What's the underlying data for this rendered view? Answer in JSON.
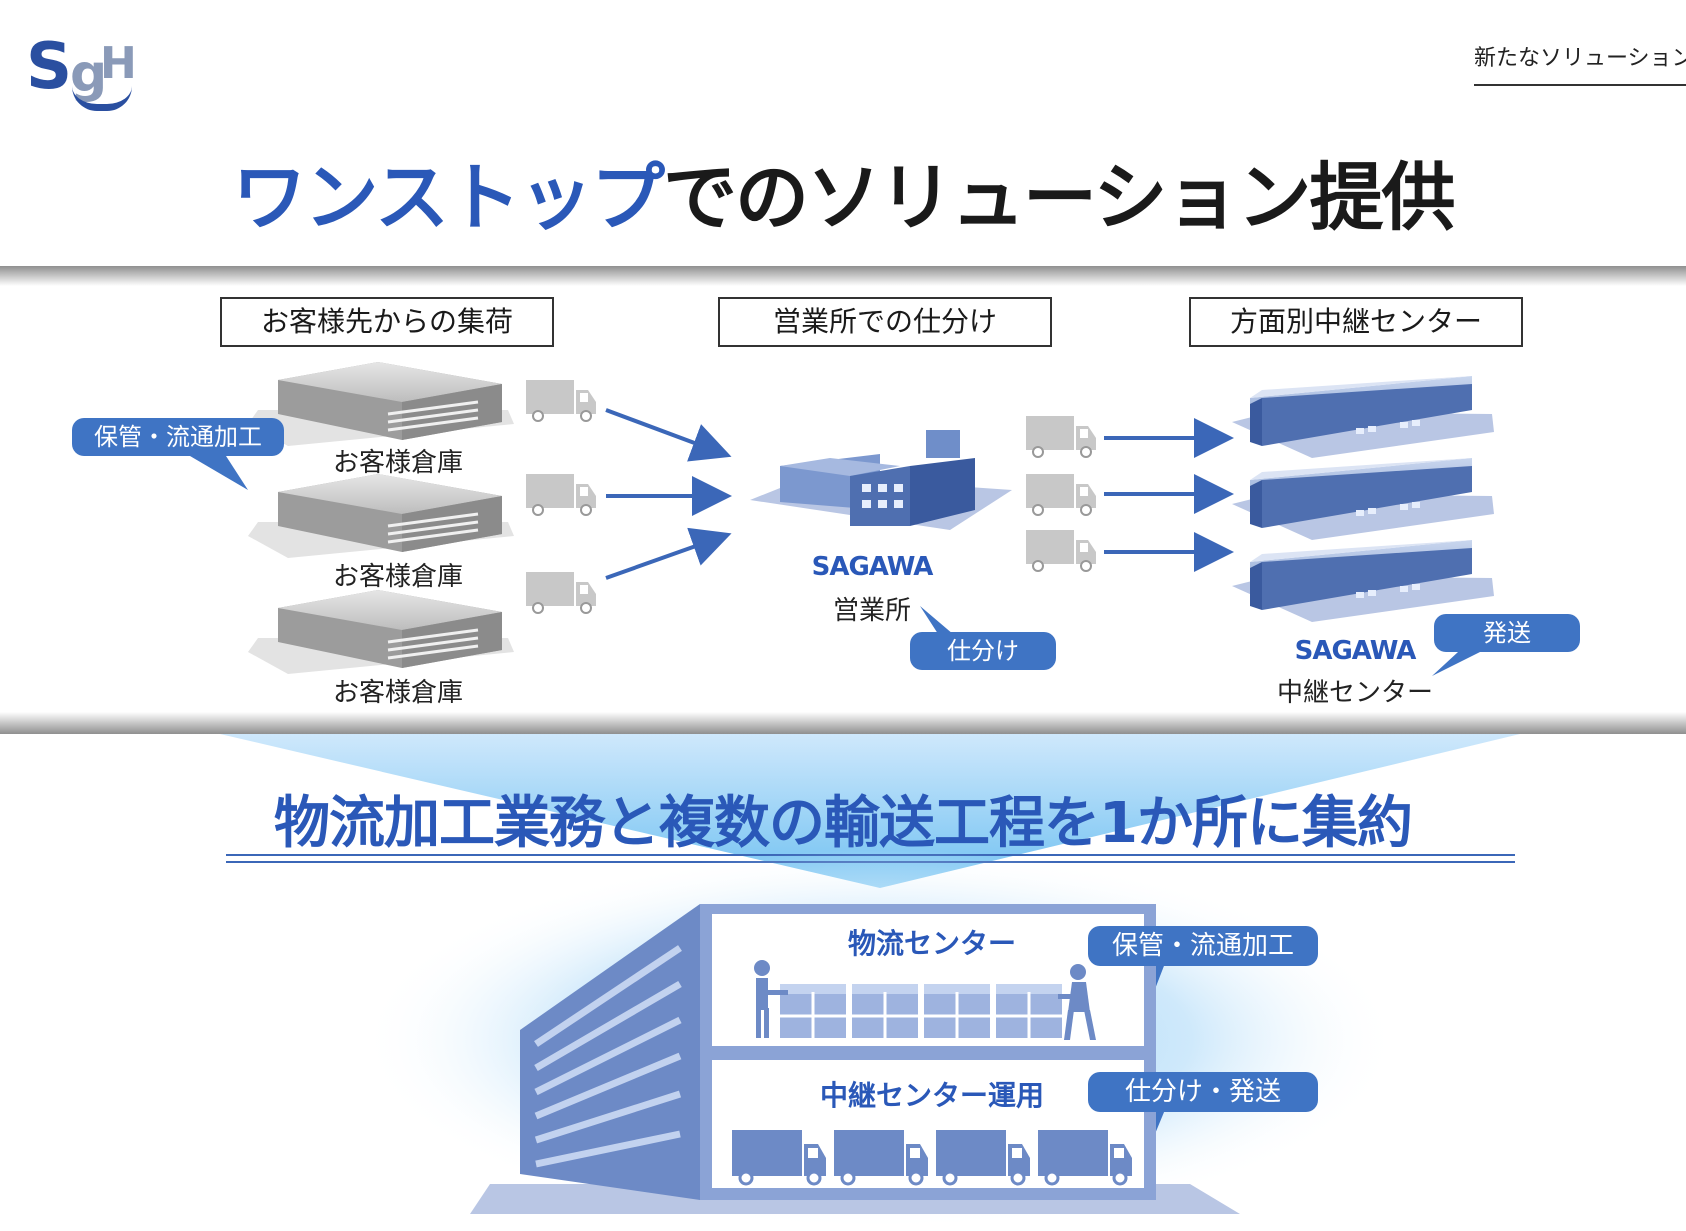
{
  "header": {
    "logo_text": "SgH",
    "section_tag": "新たなソリューション"
  },
  "title": {
    "highlight": "ワンストップ",
    "rest": "でのソリューション提供"
  },
  "flow": {
    "steps": [
      "お客様先からの集荷",
      "営業所での仕分け",
      "方面別中継センター"
    ],
    "warehouse_label": "お客様倉庫",
    "bubble_storage": "保管・流通加工",
    "office_brand": "SAGAWA",
    "office_label": "営業所",
    "bubble_sorting": "仕分け",
    "relay_brand": "SAGAWA",
    "relay_label": "中継センター",
    "bubble_shipping": "発送"
  },
  "headline": "物流加工業務と複数の輸送工程を1か所に集約",
  "facility": {
    "upper_floor": "物流センター",
    "upper_bubble": "保管・流通加工",
    "lower_floor": "中継センター運用",
    "lower_bubble": "仕分け・発送"
  },
  "colors": {
    "brand_blue": "#2a58b8",
    "bubble_blue": "#3f74c4",
    "building_blue": "#5d7fbf",
    "gray_building": "#b5b5b5",
    "truck_gray": "#c8c8c8"
  }
}
